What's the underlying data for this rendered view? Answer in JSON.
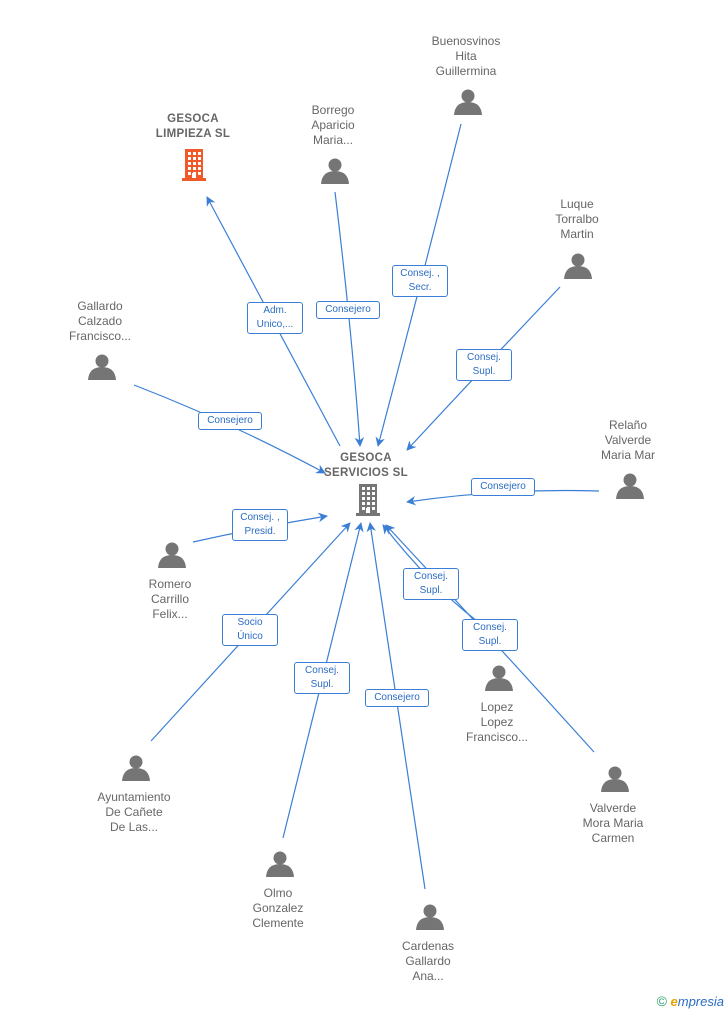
{
  "colors": {
    "edge": "#3a7fd5",
    "person": "#757575",
    "company_main": "#757575",
    "company_related": "#f05a28",
    "label_text": "#666666"
  },
  "center": {
    "label_lines": [
      "GESOCA",
      "SERVICIOS SL"
    ],
    "icon": "building-icon"
  },
  "company_nodes": [
    {
      "id": "gesoca-limpieza",
      "label_lines": [
        "GESOCA",
        "LIMPIEZA  SL"
      ],
      "icon": "building-icon"
    }
  ],
  "person_nodes": [
    {
      "id": "buenosvinos",
      "label_lines": [
        "Buenosvinos",
        "Hita",
        "Guillermina"
      ],
      "icon": "person-icon"
    },
    {
      "id": "borrego",
      "label_lines": [
        "Borrego",
        "Aparicio",
        "Maria..."
      ],
      "icon": "person-icon"
    },
    {
      "id": "luque",
      "label_lines": [
        "Luque",
        "Torralbo",
        "Martin"
      ],
      "icon": "person-icon"
    },
    {
      "id": "gallardo",
      "label_lines": [
        "Gallardo",
        "Calzado",
        "Francisco..."
      ],
      "icon": "person-icon"
    },
    {
      "id": "relano",
      "label_lines": [
        "Relaño",
        "Valverde",
        "Maria Mar"
      ],
      "icon": "person-icon"
    },
    {
      "id": "romero",
      "label_lines": [
        "Romero",
        "Carrillo",
        "Felix..."
      ],
      "icon": "person-icon"
    },
    {
      "id": "lopez",
      "label_lines": [
        "Lopez",
        "Lopez",
        "Francisco..."
      ],
      "icon": "person-icon"
    },
    {
      "id": "ayuntamiento",
      "label_lines": [
        "Ayuntamiento",
        "De Cañete",
        "De Las..."
      ],
      "icon": "person-icon"
    },
    {
      "id": "valverde",
      "label_lines": [
        "Valverde",
        "Mora Maria",
        "Carmen"
      ],
      "icon": "person-icon"
    },
    {
      "id": "olmo",
      "label_lines": [
        "Olmo",
        "Gonzalez",
        "Clemente"
      ],
      "icon": "person-icon"
    },
    {
      "id": "cardenas",
      "label_lines": [
        "Cardenas",
        "Gallardo",
        "Ana..."
      ],
      "icon": "person-icon"
    }
  ],
  "relations": [
    {
      "from": "center",
      "to": "gesoca-limpieza",
      "label_lines": [
        "Adm.",
        "Unico,..."
      ]
    },
    {
      "from": "borrego",
      "to": "center",
      "label_lines": [
        "Consejero"
      ]
    },
    {
      "from": "buenosvinos",
      "to": "center",
      "label_lines": [
        "Consej. ,",
        "Secr."
      ]
    },
    {
      "from": "luque",
      "to": "center",
      "label_lines": [
        "Consej.",
        "Supl."
      ]
    },
    {
      "from": "gallardo",
      "to": "center",
      "label_lines": [
        "Consejero"
      ]
    },
    {
      "from": "relano",
      "to": "center",
      "label_lines": [
        "Consejero"
      ]
    },
    {
      "from": "romero",
      "to": "center",
      "label_lines": [
        "Consej. ,",
        "Presid."
      ]
    },
    {
      "from": "ayuntamiento",
      "to": "center",
      "label_lines": [
        "Socio",
        "Único"
      ]
    },
    {
      "from": "lopez",
      "to": "center",
      "label_lines": [
        "Consej.",
        "Supl."
      ]
    },
    {
      "from": "valverde",
      "to": "center",
      "label_lines": [
        "Consej.",
        "Supl."
      ]
    },
    {
      "from": "olmo",
      "to": "center",
      "label_lines": [
        "Consej.",
        "Supl."
      ]
    },
    {
      "from": "cardenas",
      "to": "center",
      "label_lines": [
        "Consejero"
      ]
    }
  ],
  "footer": {
    "copyright_symbol": "©",
    "brand_initial": "e",
    "brand_rest": "mpresia"
  }
}
